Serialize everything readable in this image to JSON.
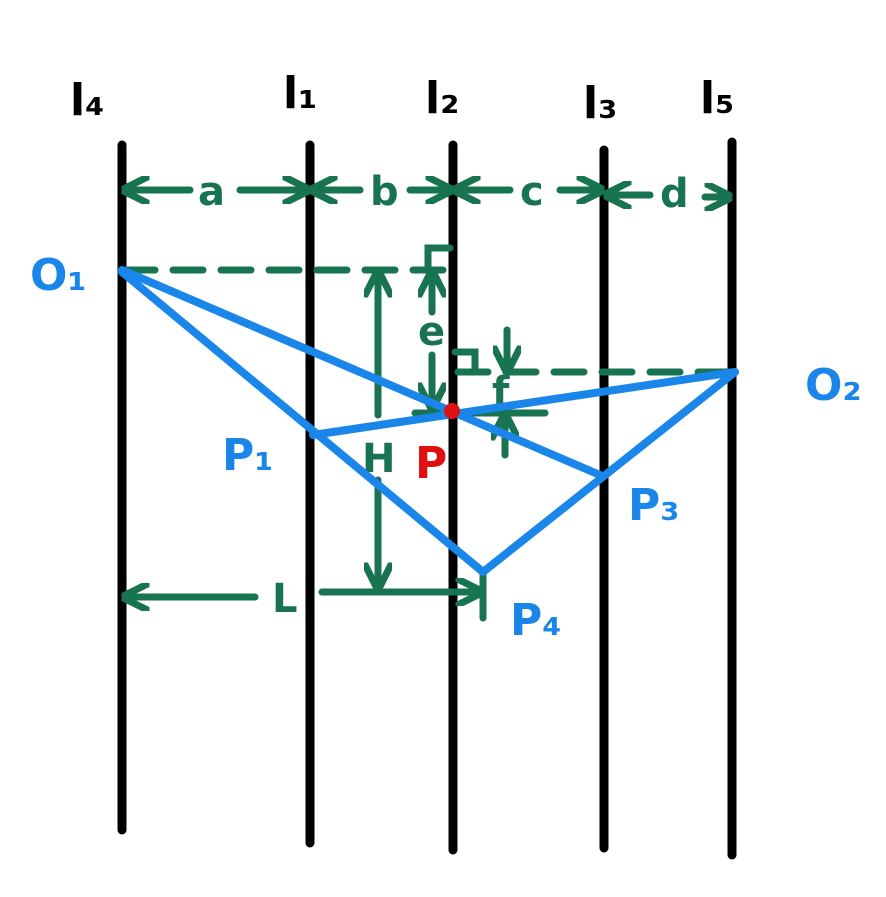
{
  "colors": {
    "line": "#000000",
    "dimension": "#177350",
    "path": "#1a86ea",
    "point": "#e01010"
  },
  "lines": [
    {
      "id": "l4",
      "label": "l₄"
    },
    {
      "id": "l1",
      "label": "l₁"
    },
    {
      "id": "l2",
      "label": "l₂"
    },
    {
      "id": "l3",
      "label": "l₃"
    },
    {
      "id": "l5",
      "label": "l₅"
    }
  ],
  "dimensions": {
    "a": "a",
    "b": "b",
    "c": "c",
    "d": "d",
    "e": "e",
    "f": "f",
    "H": "H",
    "L": "L"
  },
  "points": {
    "O1": "O₁",
    "O2": "O₂",
    "P1": "P₁",
    "P3": "P₃",
    "P4": "P₄",
    "P": "P"
  }
}
